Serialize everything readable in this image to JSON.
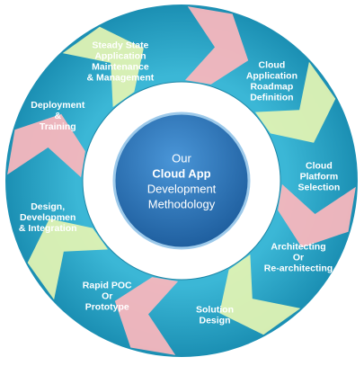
{
  "diagram": {
    "center": {
      "lines": [
        "Our",
        "Cloud App",
        "Development",
        "Methodology"
      ],
      "bold_line_index": 1
    },
    "steps": [
      {
        "id": "cloud-application-roadmap-definition",
        "lines": [
          "Cloud",
          "Application",
          "Roadmap",
          "Definition"
        ]
      },
      {
        "id": "cloud-platform-selection",
        "lines": [
          "Cloud",
          "Platform",
          "Selection"
        ]
      },
      {
        "id": "architecting-or-re-architecting",
        "lines": [
          "Architecting",
          "Or",
          "Re-architecting"
        ]
      },
      {
        "id": "solution-design",
        "lines": [
          "Solution",
          "Design"
        ]
      },
      {
        "id": "rapid-poc-or-prototype",
        "lines": [
          "Rapid POC",
          "Or",
          "Prototype"
        ]
      },
      {
        "id": "design-development-integration",
        "lines": [
          "Design,",
          "Developmen",
          "& Integration"
        ]
      },
      {
        "id": "deployment-training",
        "lines": [
          "Deployment",
          "&",
          "Training"
        ]
      },
      {
        "id": "steady-state-application-maintenance-management",
        "lines": [
          "Steady State",
          "Application",
          "Maintenance",
          "& Management"
        ]
      }
    ],
    "colors": {
      "ring": "#2aa8c9",
      "ring_dark": "#1c86a6",
      "arrow_pink": "#f7b6bd",
      "arrow_green": "#dff2b3",
      "center_fill": "#2f7cc4",
      "center_dark": "#1d5a96",
      "center_border": "#9cc9ea"
    }
  }
}
